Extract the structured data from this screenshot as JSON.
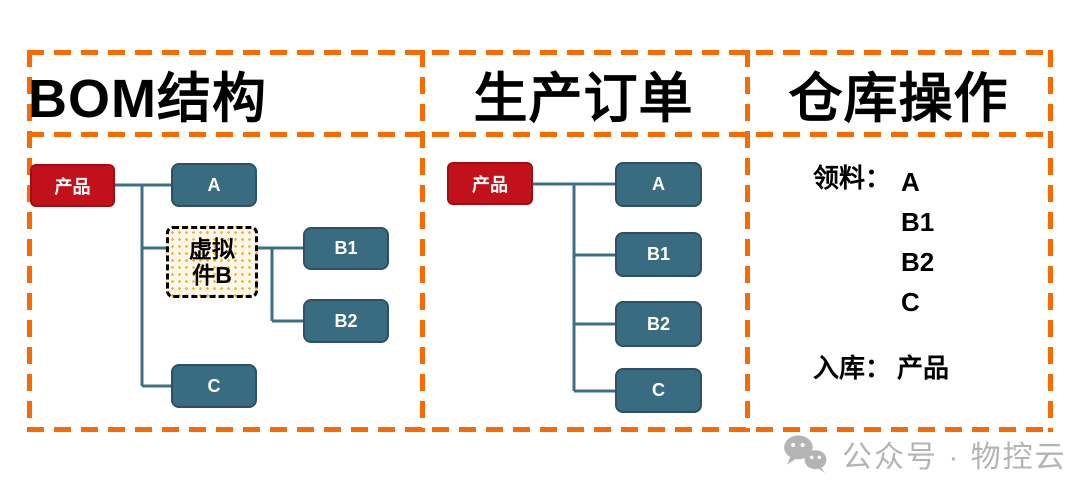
{
  "colors": {
    "frame_orange": "#f86b00",
    "node_red": "#c1121c",
    "node_teal": "#396c80",
    "connector_teal": "#3e7082",
    "virtual_fill": "#fff8e8",
    "virtual_dot": "#f2b13a",
    "watermark_gray": "#b4b4b4"
  },
  "panels": {
    "bom": {
      "title": "BOM结构"
    },
    "order": {
      "title": "生产订单"
    },
    "warehouse": {
      "title": "仓库操作"
    }
  },
  "bom_nodes": {
    "product": "产品",
    "a": "A",
    "virtual_b": "虚拟件B",
    "b1": "B1",
    "b2": "B2",
    "c": "C"
  },
  "order_nodes": {
    "product": "产品",
    "a": "A",
    "b1": "B1",
    "b2": "B2",
    "c": "C"
  },
  "warehouse": {
    "picking_label": "领料：",
    "picking_items": [
      "A",
      "B1",
      "B2",
      "C"
    ],
    "inbound_label": "入库：",
    "inbound_value": "产品"
  },
  "watermark": {
    "text": "公众号 · 物控云",
    "icon": "wechat-icon"
  }
}
